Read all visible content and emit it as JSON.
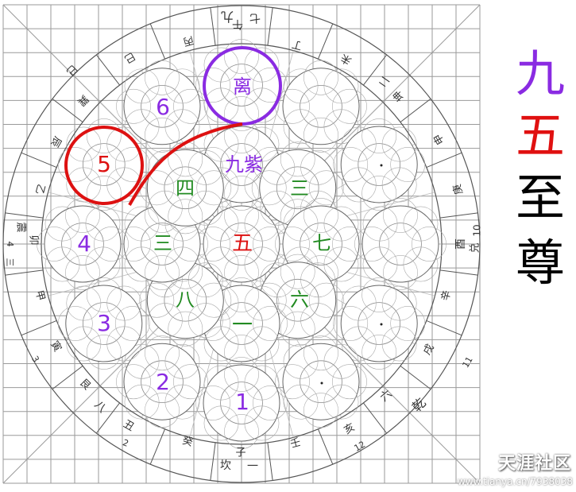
{
  "title_chars": [
    {
      "char": "九",
      "color": "#8a2be2"
    },
    {
      "char": "五",
      "color": "#e01010"
    },
    {
      "char": "至",
      "color": "#000000"
    },
    {
      "char": "尊",
      "color": "#000000"
    }
  ],
  "watermark": {
    "text": "天涯社区",
    "url": "www.tianya.cn/7938038"
  },
  "colors": {
    "grid": "#9a9a9a",
    "purple": "#8a2be2",
    "red": "#dd1111",
    "green": "#228b22",
    "dark": "#333333"
  },
  "palace_numbers": [
    "1",
    "2",
    "3",
    "4",
    "5",
    "6"
  ],
  "central": {
    "top": "离",
    "upper": "九紫",
    "center": "五",
    "bottom": "一"
  },
  "green_numerals": {
    "upper_left": "四",
    "upper_right": "三",
    "left": "三",
    "right": "七",
    "lower_left": "八",
    "lower_right": "六"
  },
  "outer_labels": {
    "top": "午",
    "top_small": "九",
    "top_right": "丁",
    "top_right2": "未",
    "top_left": "丙",
    "top_left2": "巳",
    "right_upper": "坤",
    "right_upper2": "申",
    "right": "酉",
    "right2": "兑",
    "right3": "庚",
    "right_lower": "辛",
    "right_lower2": "戌",
    "right_lower3": "乾",
    "bottom_right": "亥",
    "bottom_right2": "壬",
    "bottom": "子",
    "bottom_small": "坎",
    "bottom_left": "癸",
    "bottom_left2": "丑",
    "bottom_left3": "艮",
    "left_lower": "寅",
    "left_lower2": "甲",
    "left": "卯",
    "left2": "震",
    "left3": "乙",
    "left_upper": "辰",
    "left_upper2": "巽",
    "left_upper3": "巳",
    "num_top": "七",
    "num_right": "10",
    "num_right2": "11",
    "num_bottom": "12",
    "num_bottom_small": "一",
    "num_left": "4",
    "num_left2": "三",
    "num_left3": "3",
    "num_bottom_left": "八",
    "num_bottom_left2": "2",
    "num_top_right": "二",
    "num_bottom_right": "六"
  }
}
